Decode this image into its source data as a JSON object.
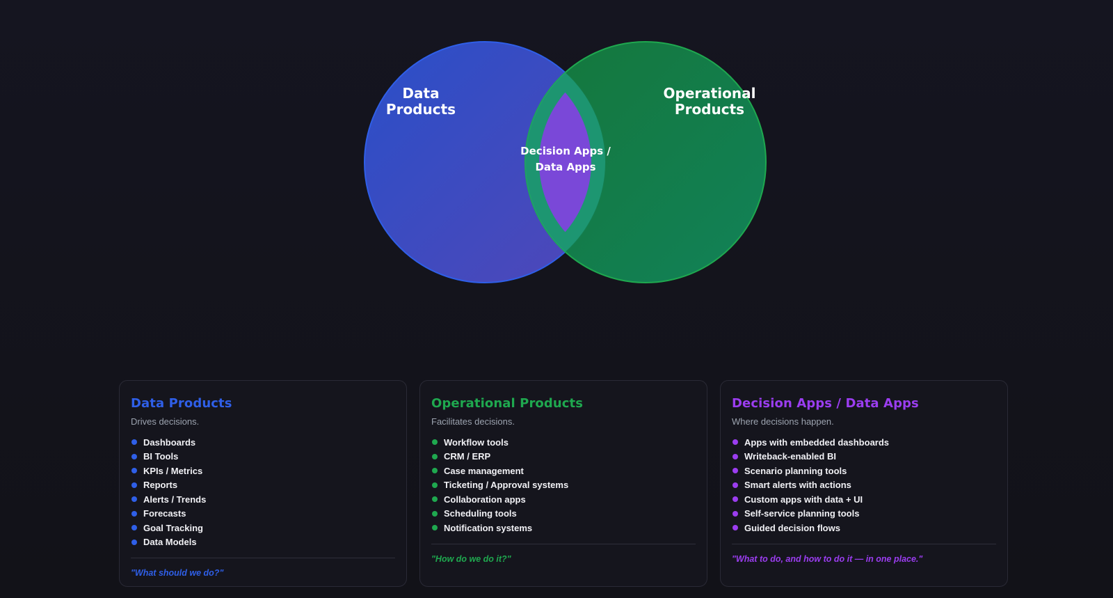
{
  "venn": {
    "left_label_line1": "Data",
    "left_label_line2": "Products",
    "right_label_line1": "Operational",
    "right_label_line2": "Products",
    "center_label_line1": "Decision Apps /",
    "center_label_line2": "Data Apps"
  },
  "colors": {
    "blue": "#2f5fe8",
    "green": "#1fa84f",
    "purple": "#9b3df0"
  },
  "cards": [
    {
      "title": "Data Products",
      "subtitle": "Drives decisions.",
      "items": [
        "Dashboards",
        "BI Tools",
        "KPIs / Metrics",
        "Reports",
        "Alerts / Trends",
        "Forecasts",
        "Goal Tracking",
        "Data Models"
      ],
      "quote": "\"What should we do?\""
    },
    {
      "title": "Operational Products",
      "subtitle": "Facilitates decisions.",
      "items": [
        "Workflow tools",
        "CRM / ERP",
        "Case management",
        "Ticketing / Approval systems",
        "Collaboration apps",
        "Scheduling tools",
        "Notification systems"
      ],
      "quote": "\"How do we do it?\""
    },
    {
      "title": "Decision Apps / Data Apps",
      "subtitle": "Where decisions happen.",
      "items": [
        "Apps with embedded dashboards",
        "Writeback-enabled BI",
        "Scenario planning tools",
        "Smart alerts with actions",
        "Custom apps with data + UI",
        "Self-service planning tools",
        "Guided decision flows"
      ],
      "quote": "\"What to do, and how to do it — in one place.\""
    }
  ]
}
